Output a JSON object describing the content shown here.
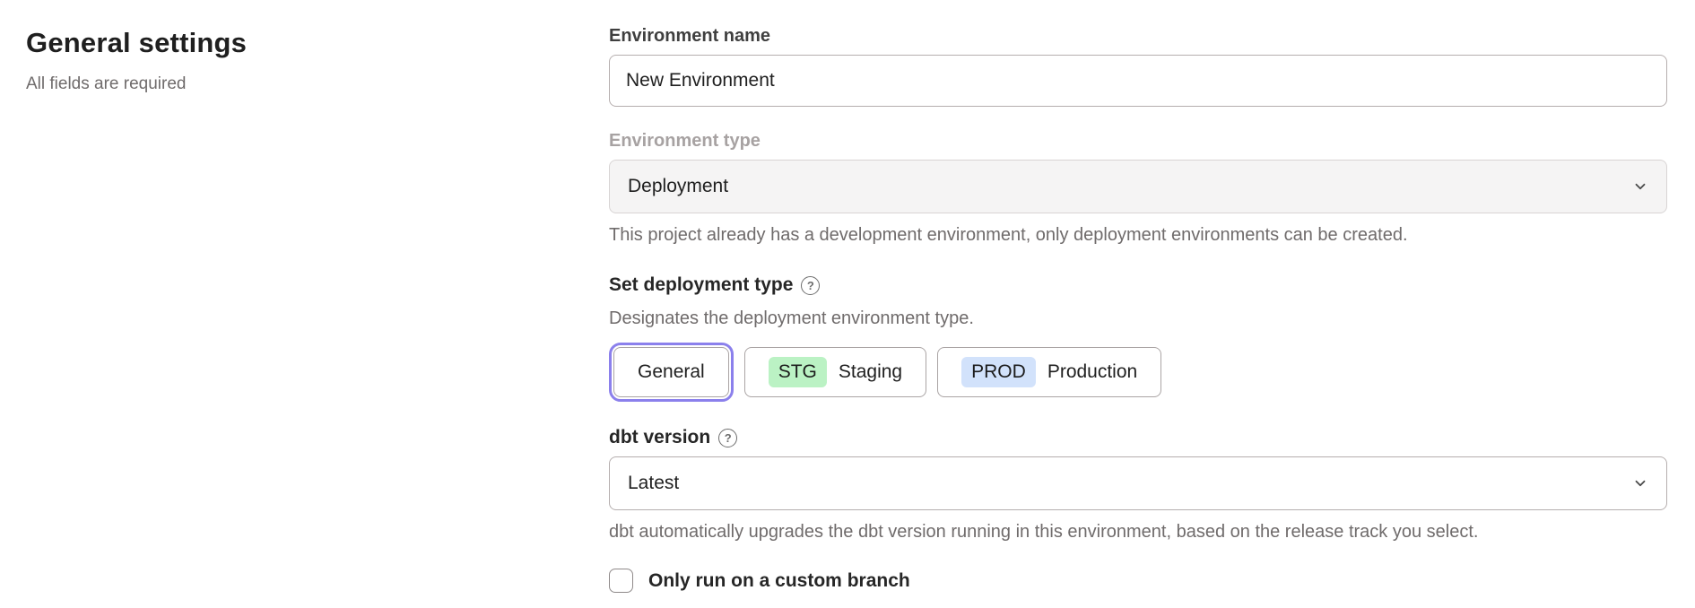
{
  "page": {
    "heading": "General settings",
    "subheading": "All fields are required"
  },
  "form": {
    "environment_name": {
      "label": "Environment name",
      "value": "New Environment"
    },
    "environment_type": {
      "label": "Environment type",
      "value": "Deployment",
      "disabled": true,
      "helper": "This project already has a development environment, only deployment environments can be created."
    },
    "deployment_type": {
      "label": "Set deployment type",
      "description": "Designates the deployment environment type.",
      "options": [
        {
          "label": "General",
          "badge": "",
          "selected": true
        },
        {
          "label": "Staging",
          "badge": "STG",
          "badge_color": "#bbf2c4",
          "selected": false
        },
        {
          "label": "Production",
          "badge": "PROD",
          "badge_color": "#d2e2fb",
          "selected": false
        }
      ]
    },
    "dbt_version": {
      "label": "dbt version",
      "value": "Latest",
      "helper": "dbt automatically upgrades the dbt version running in this environment, based on the release track you select."
    },
    "custom_branch": {
      "label": "Only run on a custom branch",
      "checked": false
    }
  },
  "icons": {
    "help_glyph": "?"
  },
  "colors": {
    "selected_ring": "#8b80ec",
    "staging_badge": "#bbf2c4",
    "production_badge": "#d2e2fb",
    "disabled_field_bg": "#f5f4f4",
    "helper_text": "#6f6b6b"
  }
}
